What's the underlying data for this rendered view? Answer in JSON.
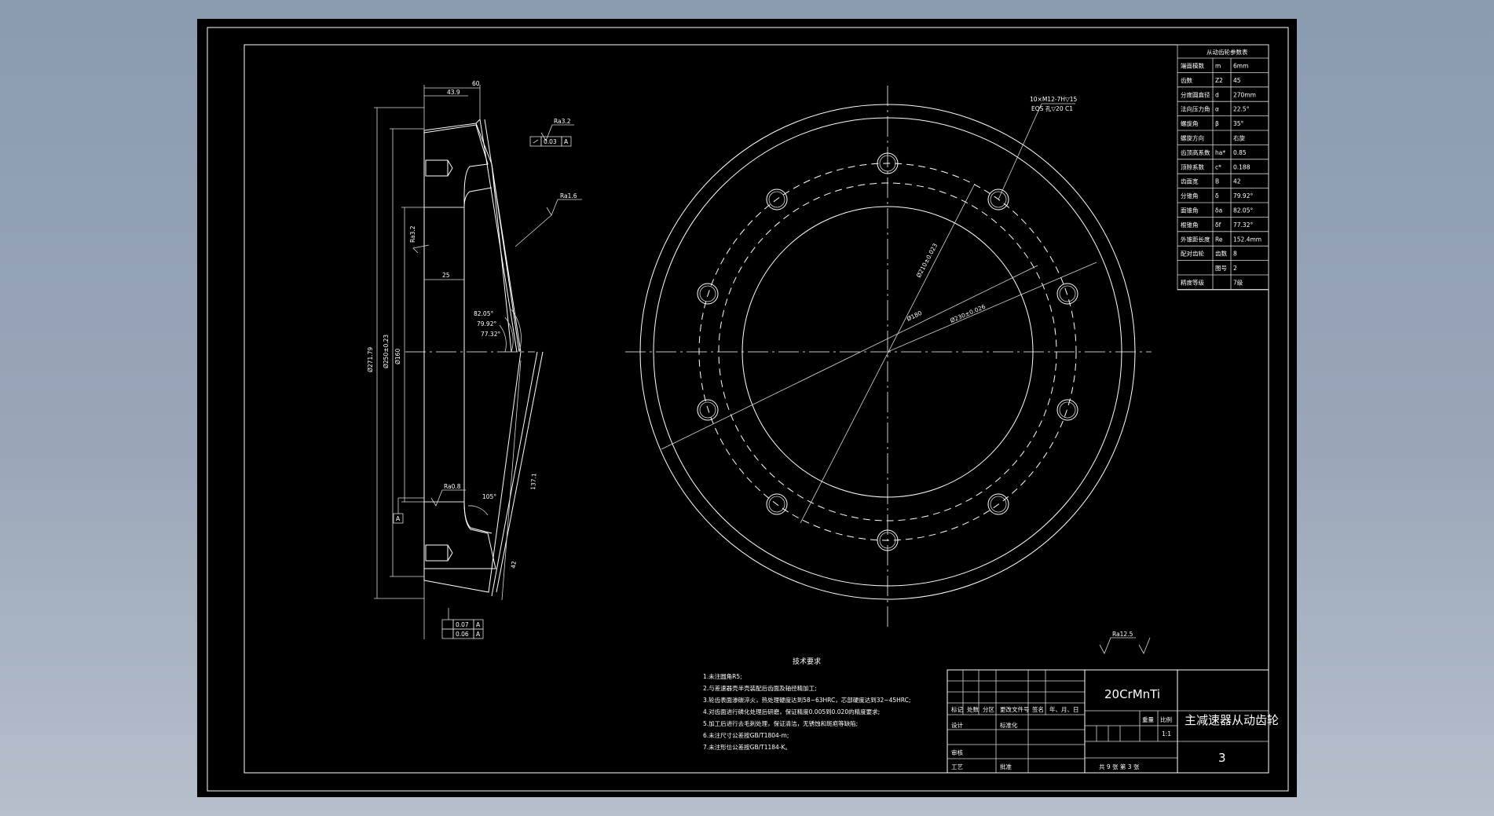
{
  "drawing": {
    "material": "20CrMnTi",
    "part_name": "主减速器从动齿轮",
    "drawing_number": "3",
    "scale": "1:1",
    "sheet_info": "共 9 张  第 3 张",
    "surface_finish_general": "Ra12.5"
  },
  "title_block": {
    "row_labels": [
      "标记",
      "处数",
      "分区",
      "更改文件号",
      "签名",
      "年、月、日"
    ],
    "designer_label": "设计",
    "standardize_label": "标准化",
    "review_label": "审核",
    "process_label": "工艺",
    "approve_label": "批准",
    "weight_label": "重量",
    "scale_label": "比例"
  },
  "tech_requirements": {
    "title": "技术要求",
    "items": [
      "1.未注圆角R5;",
      "2.与差速器壳半壳装配后齿面及轴径精加工;",
      "3.轮齿表面渗碳淬火，热处理硬度达到58~63HRC，芯部硬度达到32~45HRC;",
      "4.对齿面进行磷化处理后研磨，保证精度0.005到0.020的精度要求;",
      "5.加工后进行去毛刺处理，保证清洁，无锈蚀和斑疤等缺陷;",
      "6.未注尺寸公差按GB/T1804-m;",
      "7.未注形位公差按GB/T1184-K。"
    ]
  },
  "param_table": {
    "title": "从动齿轮参数表",
    "rows": [
      {
        "name": "端面模数",
        "sym": "m",
        "val": "6mm"
      },
      {
        "name": "齿数",
        "sym": "Z2",
        "val": "45"
      },
      {
        "name": "分度圆直径",
        "sym": "d",
        "val": "270mm"
      },
      {
        "name": "法向压力角",
        "sym": "α",
        "val": "22.5°"
      },
      {
        "name": "螺旋角",
        "sym": "β",
        "val": "35°"
      },
      {
        "name": "螺旋方向",
        "sym": "",
        "val": "右旋"
      },
      {
        "name": "齿顶高系数",
        "sym": "ha*",
        "val": "0.85"
      },
      {
        "name": "顶隙系数",
        "sym": "c*",
        "val": "0.188"
      },
      {
        "name": "齿面宽",
        "sym": "B",
        "val": "42"
      },
      {
        "name": "分锥角",
        "sym": "δ",
        "val": "79.92°"
      },
      {
        "name": "面锥角",
        "sym": "δa",
        "val": "82.05°"
      },
      {
        "name": "根锥角",
        "sym": "δf",
        "val": "77.32°"
      },
      {
        "name": "外锥距长度",
        "sym": "Re",
        "val": "152.4mm"
      },
      {
        "name": "配对齿轮",
        "sym": "齿数",
        "val": "8"
      },
      {
        "name": "",
        "sym": "图号",
        "val": "2"
      },
      {
        "name": "精度等级",
        "sym": "",
        "val": "7级"
      }
    ]
  },
  "dimensions": {
    "width_top": "60",
    "width_sub": "43.9",
    "hub_25": "25",
    "dia_271": "Ø271.79",
    "dia_250": "Ø250±0.23",
    "dia_160": "Ø160",
    "len_137": "137.1",
    "len_42": "42",
    "angle_105": "105°",
    "angle_82": "82.05°",
    "angle_79": "79.92°",
    "angle_77": "77.32°",
    "ra_32a": "Ra3.2",
    "ra_32b": "Ra3.2",
    "ra_16": "Ra1.6",
    "ra_08": "Ra0.8",
    "tol_003": "0.03",
    "tol_007": "0.07",
    "tol_006": "0.06",
    "datum_a": "A",
    "hole_note_1": "10×M12-7H▽15",
    "hole_note_2": "EQS 孔▽20 C1",
    "dia_210": "Ø210±0.023",
    "dia_180": "Ø180",
    "dia_230": "Ø230±0.026"
  },
  "colors": {
    "background": "#000000",
    "lines": "#ffffff",
    "frame_outer": "#8b9bb0"
  }
}
